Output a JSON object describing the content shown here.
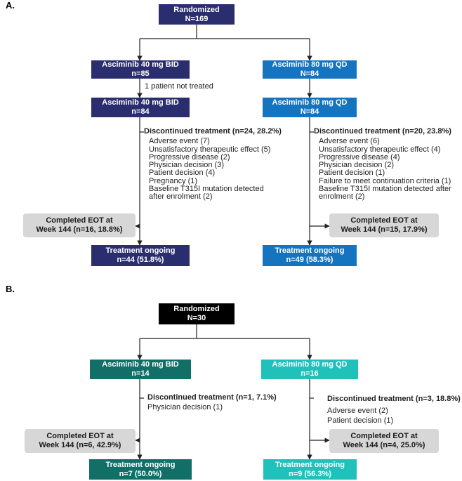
{
  "panel_a": {
    "label": "A.",
    "randomized": {
      "title": "Randomized",
      "n": "N=169"
    },
    "left": {
      "arm": {
        "title": "Asciminib 40 mg BID",
        "n": "n=85"
      },
      "not_treated": "1 patient not treated",
      "treated": {
        "title": "Asciminib 40 mg BID",
        "n": "n=84"
      },
      "discontinued": {
        "heading": "Discontinued treatment (n=24, 28.2%)",
        "items": [
          "Adverse event (7)",
          "Unsatisfactory therapeutic effect (5)",
          "Progressive disease (2)",
          "Physician decision (3)",
          "Patient decision (4)",
          "Pregnancy (1)",
          "Baseline T315I mutation detected",
          "after enrolment (2)"
        ]
      },
      "completed": {
        "line1": "Completed EOT at",
        "line2": "Week 144 (n=16, 18.8%)"
      },
      "ongoing": {
        "title": "Treatment ongoing",
        "n": "n=44 (51.8%)"
      }
    },
    "right": {
      "arm": {
        "title": "Asciminib 80 mg QD",
        "n": "N=84"
      },
      "treated": {
        "title": "Asciminib 80 mg QD",
        "n": "N=84"
      },
      "discontinued": {
        "heading": "Discontinued treatment (n=20, 23.8%)",
        "items": [
          "Adverse event (6)",
          "Unsatisfactory therapeutic effect (4)",
          "Progressive disease (4)",
          "Physician decision (2)",
          "Patient decision (1)",
          "Failure to meet continuation criteria (1)",
          "Baseline T315I mutation detected after",
          "enrolment (2)"
        ]
      },
      "completed": {
        "line1": "Completed EOT at",
        "line2": "Week 144 (n=15, 17.9%)"
      },
      "ongoing": {
        "title": "Treatment ongoing",
        "n": "n=49 (58.3%)"
      }
    }
  },
  "panel_b": {
    "label": "B.",
    "randomized": {
      "title": "Randomized",
      "n": "N=30"
    },
    "left": {
      "arm": {
        "title": "Asciminib 40 mg BID",
        "n": "n=14"
      },
      "discontinued": {
        "heading": "Discontinued treatment (n=1, 7.1%)",
        "items": [
          "Physician decision (1)"
        ]
      },
      "completed": {
        "line1": "Completed EOT at",
        "line2": "Week 144 (n=6, 42.9%)"
      },
      "ongoing": {
        "title": "Treatment ongoing",
        "n": "n=7 (50.0%)"
      }
    },
    "right": {
      "arm": {
        "title": "Asciminib 80 mg QD",
        "n": "n=16"
      },
      "discontinued": {
        "heading": "Discontinued treatment (n=3, 18.8%)",
        "items": [
          "Adverse event (2)",
          "Patient decision (1)"
        ]
      },
      "completed": {
        "line1": "Completed EOT at",
        "line2": "Week 144 (n=4, 25.0%)"
      },
      "ongoing": {
        "title": "Treatment ongoing",
        "n": "n=9 (56.3%)"
      }
    }
  },
  "colors": {
    "navy": "#2b2e6e",
    "blue": "#1574c0",
    "black": "#000000",
    "teal": "#116f68",
    "cyan": "#21c1bb",
    "gray": "#d7d7d7"
  }
}
